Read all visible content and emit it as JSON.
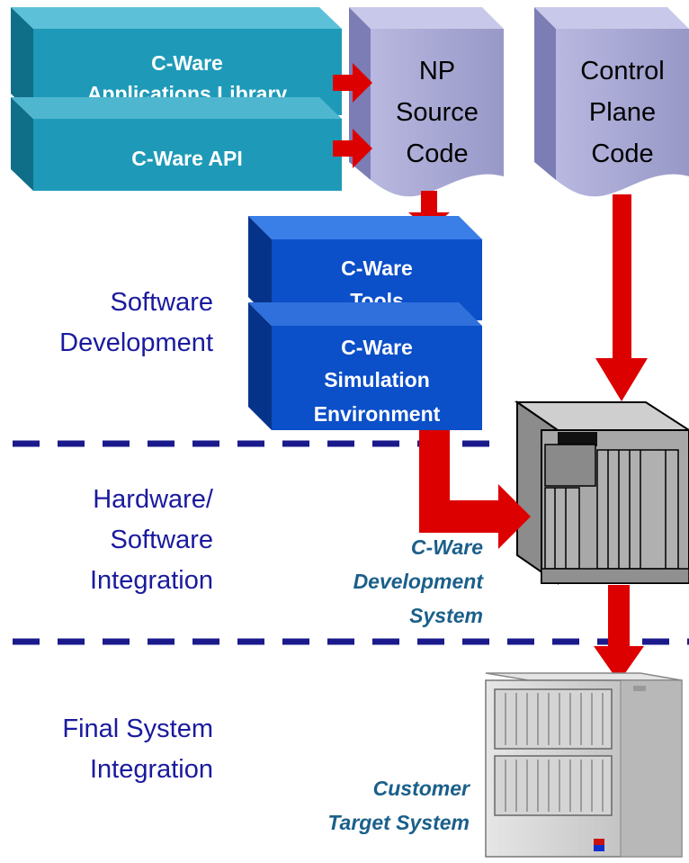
{
  "library_box": {
    "line1": "C-Ware",
    "line2": "Applications Library"
  },
  "api_box": {
    "label": "C-Ware API"
  },
  "np_doc": {
    "line1": "NP",
    "line2": "Source",
    "line3": "Code"
  },
  "control_doc": {
    "line1": "Control",
    "line2": "Plane",
    "line3": "Code"
  },
  "tools_box": {
    "line1": "C-Ware",
    "line2": "Tools"
  },
  "sim_box": {
    "line1": "C-Ware",
    "line2": "Simulation",
    "line3": "Environment"
  },
  "stages": {
    "software": {
      "line1": "Software",
      "line2": "Development"
    },
    "hwsw": {
      "line1": "Hardware/",
      "line2": "Software",
      "line3": "Integration"
    },
    "final": {
      "line1": "Final System",
      "line2": "Integration"
    }
  },
  "dev_system": {
    "line1": "C-Ware",
    "line2": "Development",
    "line3": "System"
  },
  "target_system": {
    "line1": "Customer",
    "line2": "Target System"
  },
  "colors": {
    "teal_box": "#1e9ab8",
    "blue_box": "#0b4fc9",
    "doc": "#a9a9d6",
    "arrow": "#dd0000",
    "divider": "#1a1a8c",
    "stage_text": "#1a1a9e",
    "caption_text": "#1a5f8a"
  }
}
